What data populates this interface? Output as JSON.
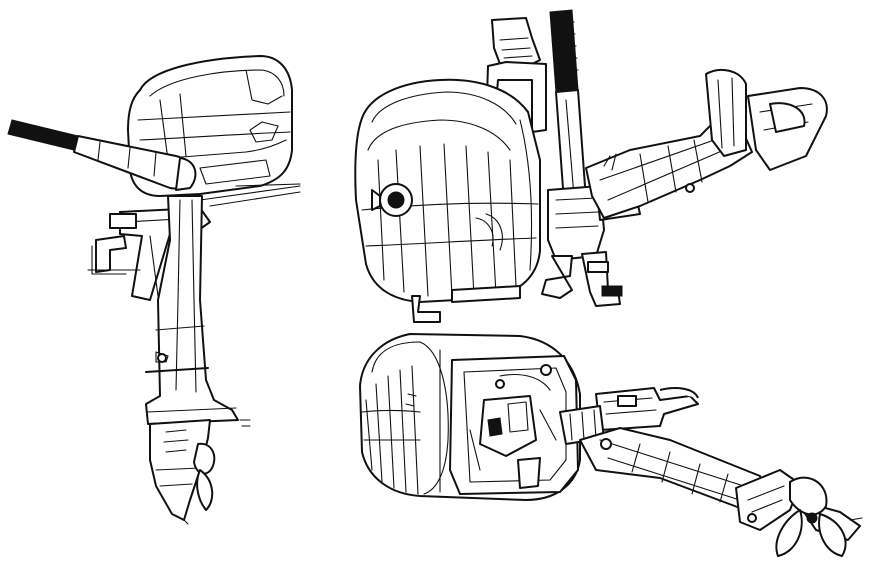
{
  "figure": {
    "background": "#ffffff",
    "line_color": "#111111",
    "views": [
      {
        "id": "side-view",
        "subject": "outboard-motor-side-view"
      },
      {
        "id": "rear-view",
        "subject": "outboard-motor-rear-three-quarter-view"
      },
      {
        "id": "top-view",
        "subject": "outboard-motor-lying-horizontal-view"
      }
    ]
  }
}
